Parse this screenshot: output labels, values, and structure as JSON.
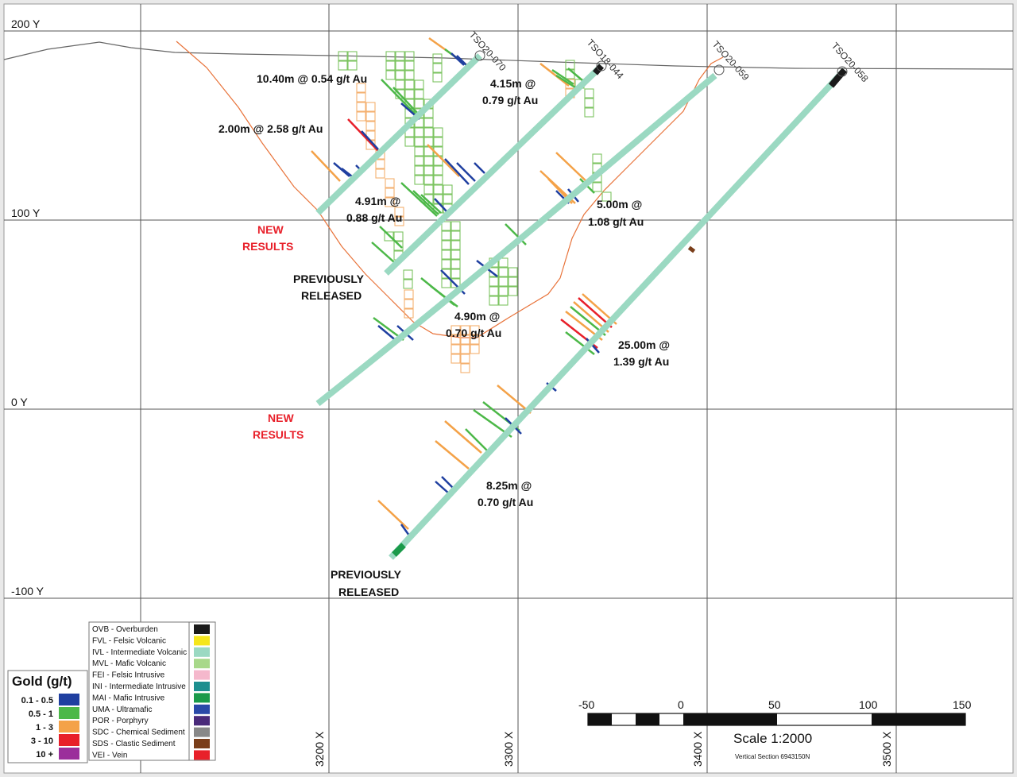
{
  "grid": {
    "y_labels": [
      "200 Y",
      "100 Y",
      "0 Y",
      "-100 Y"
    ],
    "x_labels": [
      "3200 X",
      "3300 X",
      "3400 X",
      "3500 X"
    ]
  },
  "drillholes": [
    "TSO20-070",
    "TSO18-044",
    "TSO20-059",
    "TSO20-058"
  ],
  "intercepts": [
    {
      "line1": "10.40m @ 0.54 g/t Au",
      "line2": ""
    },
    {
      "line1": "4.15m @",
      "line2": "0.79 g/t Au"
    },
    {
      "line1": "2.00m @ 2.58 g/t Au",
      "line2": ""
    },
    {
      "line1": "4.91m @",
      "line2": "0.88 g/t Au"
    },
    {
      "line1": "5.00m @",
      "line2": "1.08 g/t Au"
    },
    {
      "line1": "4.90m @",
      "line2": "0.70 g/t Au"
    },
    {
      "line1": "25.00m @",
      "line2": "1.39 g/t Au"
    },
    {
      "line1": "8.25m @",
      "line2": "0.70 g/t Au"
    }
  ],
  "callouts": {
    "new_results_1": {
      "line1": "NEW",
      "line2": "RESULTS"
    },
    "new_results_2": {
      "line1": "NEW",
      "line2": "RESULTS"
    },
    "previously_released_1": {
      "line1": "PREVIOUSLY",
      "line2": "RELEASED"
    },
    "previously_released_2": {
      "line1": "PREVIOUSLY",
      "line2": "RELEASED"
    }
  },
  "lithology_legend": [
    {
      "label": "OVB - Overburden",
      "color": "#1a1a1a"
    },
    {
      "label": "FVL - Felsic Volcanic",
      "color": "#f5e61c"
    },
    {
      "label": "IVL - Intermediate Volcanic",
      "color": "#9bd9c2"
    },
    {
      "label": "MVL - Mafic Volcanic",
      "color": "#a8d88a"
    },
    {
      "label": "FEI - Felsic Intrusive",
      "color": "#f5b8cc"
    },
    {
      "label": "INI - Intermediate Intrusive",
      "color": "#1c8f8f"
    },
    {
      "label": "MAI - Mafic Intrusive",
      "color": "#1a9a4a"
    },
    {
      "label": "UMA - Ultramafic",
      "color": "#2a49a8"
    },
    {
      "label": "POR - Porphyry",
      "color": "#4a2a7a"
    },
    {
      "label": "SDC - Chemical Sediment",
      "color": "#888888"
    },
    {
      "label": "SDS - Clastic Sediment",
      "color": "#7a3e1a"
    },
    {
      "label": "VEI - Vein",
      "color": "#e8202a"
    }
  ],
  "gold_legend": {
    "title": "Gold (g/t)",
    "items": [
      {
        "label": "0.1 - 0.5",
        "color": "#1f3fa0"
      },
      {
        "label": "0.5 - 1",
        "color": "#4cb848"
      },
      {
        "label": "1 - 3",
        "color": "#f4a248"
      },
      {
        "label": "3 - 10",
        "color": "#e8202a"
      },
      {
        "label": "10 +",
        "color": "#9b2f9b"
      }
    ]
  },
  "scale_bar": {
    "ticks": [
      "-50",
      "0",
      "50",
      "100",
      "150"
    ],
    "title": "Scale 1:2000",
    "subtitle": "Vertical Section 6943150N"
  },
  "colors": {
    "hole_trace": "#9bd9c2",
    "gold_low": "#1f3fa0",
    "gold_mid": "#4cb848",
    "gold_high": "#f4a248",
    "gold_vhigh": "#e8202a",
    "green_grid": "#7cc460",
    "orange_grid": "#f4b070",
    "contour": "#e8733a"
  }
}
